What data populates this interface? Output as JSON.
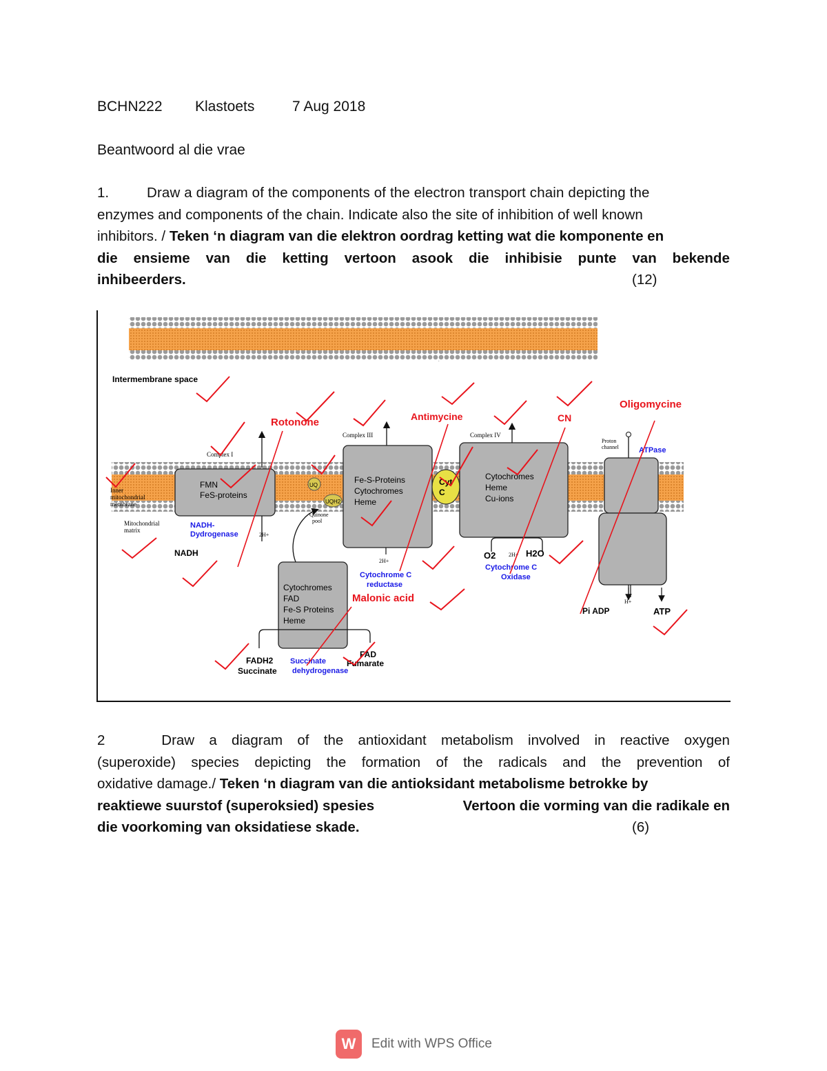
{
  "header": {
    "course": "BCHN222",
    "test": "Klastoets",
    "date": "7 Aug 2018"
  },
  "instruction": "Beantwoord al die vrae",
  "q1": {
    "number": "1.",
    "line1": "Draw a diagram of the components of the electron transport chain depicting the",
    "line2": "enzymes and components of the chain. Indicate also the site of inhibition of well known",
    "line3_plain": "inhibitors. /",
    "line3_bold": "Teken ‘n diagram van die elektron oordrag ketting wat die komponente en",
    "line4_words": [
      "die",
      "ensieme",
      "van",
      "die",
      "ketting",
      "vertoon",
      "asook",
      "die",
      "inhibisie",
      "punte",
      "van",
      "bekende"
    ],
    "line5_bold": "inhibeerders.",
    "marks": "(12)"
  },
  "diagram": {
    "intermembrane_space": "Intermembrane space",
    "inner_membrane": [
      "Inner",
      "mitochondrial",
      "membrane"
    ],
    "matrix": [
      "Mitochondrial",
      "matrix"
    ],
    "complex1": "Complex I",
    "complex3": "Complex III",
    "complex4": "Complex IV",
    "complex1_box": [
      "FMN",
      "FeS-proteins"
    ],
    "complex3_box": [
      "Fe-S-Proteins",
      "Cytochromes",
      "Heme"
    ],
    "complex4_box": [
      "Cytochromes",
      "Heme",
      "Cu-ions"
    ],
    "complex2_box": [
      "Cytochromes",
      "FAD",
      "Fe-S Proteins",
      "Heme"
    ],
    "uq": "UQ",
    "uqh2": "UQH2",
    "quinone_pool": [
      "Quinone",
      "pool"
    ],
    "cyt_c": [
      "Cyt",
      "C"
    ],
    "proton_channel": [
      "Proton",
      "channel"
    ],
    "atpase": "ATPase",
    "nadh_dh": [
      "NADH-",
      "Dydrogenase"
    ],
    "nadh": "NADH",
    "two_h_plus": "2H+",
    "h_plus": "H+",
    "cyt_c_reductase": [
      "Cytochrome C",
      "reductase"
    ],
    "cyt_c_oxidase": [
      "Cytochrome C",
      "Oxidase"
    ],
    "o2": "O2",
    "h2o": "H2O",
    "pi_adp": "Pi  ADP",
    "atp": "ATP",
    "fadh2": "FADH2",
    "succinate": "Succinate",
    "succinate_dh": [
      "Succinate",
      "dehydrogenase"
    ],
    "fad": "FAD",
    "fumarate": "Fumarate",
    "rotonone": "Rotonone",
    "antimycine": "Antimycine",
    "cn": "CN",
    "oligomycine": "Oligomycine",
    "malonic_acid": "Malonic acid",
    "colors": {
      "annotation": "#e8141c",
      "blue_label": "#1a1ae6",
      "membrane": "#f5a24a",
      "box": "#b3b3b3"
    }
  },
  "q2": {
    "number": "2",
    "line1_words": [
      "Draw",
      "a",
      "diagram",
      "of",
      "the",
      "antioxidant",
      "metabolism",
      "involved",
      "in",
      "reactive",
      "oxygen"
    ],
    "line2_words": [
      "(superoxide)",
      "species",
      "depicting",
      "the",
      "formation",
      "of",
      "the",
      "radicals",
      "and",
      "the",
      "prevention",
      "of"
    ],
    "line3_plain": "oxidative damage./",
    "line3_bold": "Teken ‘n diagram van die antioksidant metabolisme betrokke by",
    "line4_bold_a": "reaktiewe suurstof (superoksied)  spesies",
    "line4_bold_b": "Vertoon die vorming van die radikale en",
    "line5_bold": "die voorkoming van oksidatiese skade.",
    "marks": "(6)"
  },
  "footer": {
    "logo": "W",
    "text": "Edit with WPS Office"
  }
}
